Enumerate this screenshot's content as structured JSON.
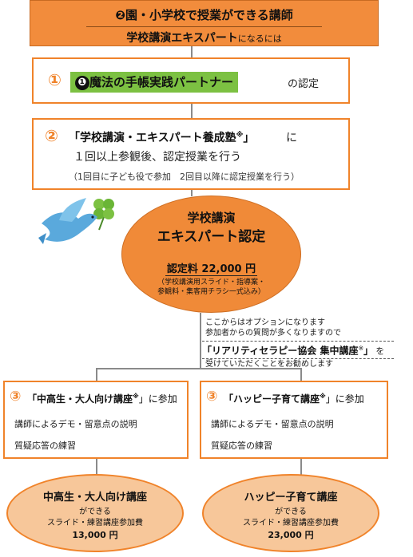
{
  "header": {
    "num": "❷",
    "title": "園・小学校で授業ができる講師",
    "subtitle_main": "学校講演エキスパート",
    "subtitle_suffix": "になるには"
  },
  "step1": {
    "num": "①",
    "badge": "❶",
    "highlight": "魔法の手帳実践パートナー",
    "tail": "の認定"
  },
  "step2": {
    "num": "②",
    "line1_bold": "「学校講演・エキスパート養成塾",
    "line1_mark": "※",
    "line1_close": "」",
    "line1_tail": "に",
    "line2": "１回以上参観後、認定授業を行う",
    "line3": "（1回目に子ども役で参加　2回目以降に認定授業を行う）"
  },
  "certification": {
    "title1": "学校講演",
    "title2": "エキスパート認定",
    "fee": "認定料 22,000 円",
    "includes1": "（学校講演用スライド・指導案・",
    "includes2": "参観料・集客用チラシ一式込み）"
  },
  "note": {
    "line1": "ここからはオプションになります",
    "line2": "参加者からの質問が多くなりますので",
    "line3_bold": "「リアリティセラピー協会 集中講座",
    "line3_mark": "※",
    "line3_close": "」",
    "line3_tail": "を",
    "line4": "受けていただくことをお勧めします"
  },
  "left_course": {
    "num": "③",
    "heading": "「中高生・大人向け講座",
    "mark": "※",
    "heading_close": "」に参加",
    "item1": "講師によるデモ・留意点の説明",
    "item2": "質疑応答の練習",
    "result_title": "中高生・大人向け講座",
    "result_can": "ができる",
    "result_fee_label": "スライド・練習講座参加費",
    "result_fee": "13,000 円"
  },
  "right_course": {
    "num": "③",
    "heading": "「ハッピー子育て講座",
    "mark": "※",
    "heading_close": "」に参加",
    "item1": "講師によるデモ・留意点の説明",
    "item2": "質疑応答の練習",
    "result_title": "ハッピー子育て講座",
    "result_can": "ができる",
    "result_fee_label": "スライド・練習講座参加費",
    "result_fee": "23,000 円"
  },
  "colors": {
    "orange": "#f0832a",
    "header_orange": "#f28c3c",
    "green": "#7cc142",
    "light_orange": "#f7c79a"
  }
}
